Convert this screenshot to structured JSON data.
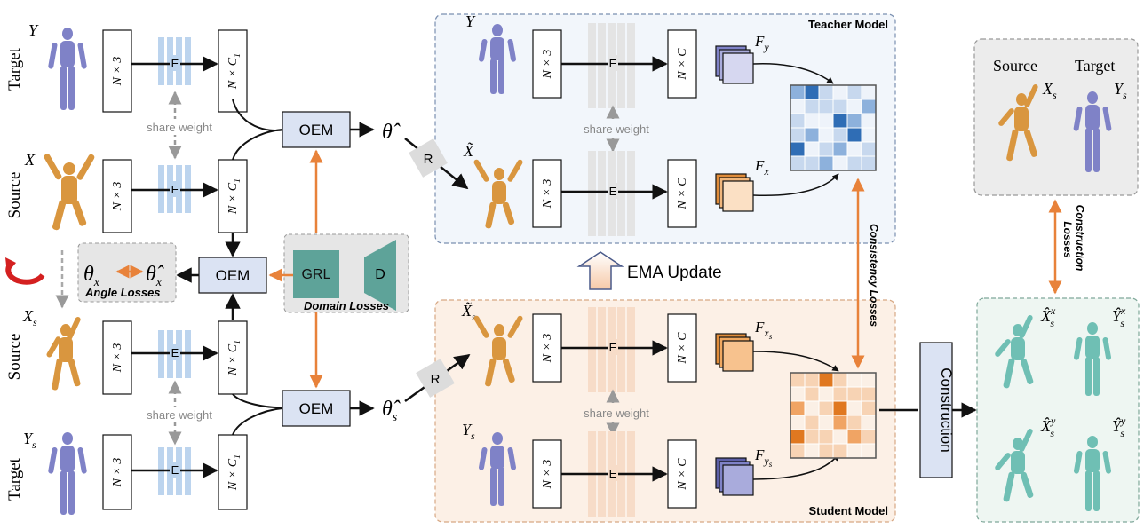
{
  "row_labels": {
    "target_top": "Target",
    "source_mid": "Source",
    "source_lower": "Source",
    "target_bottom": "Target"
  },
  "symbols": {
    "Y": "Y",
    "X": "X",
    "Xs": "X",
    "Xs_sub": "s",
    "Ys": "Y",
    "Ys_sub": "s"
  },
  "encoder": {
    "input_label": "N × 3",
    "letter": "E",
    "feature_label": "N × C",
    "feature_sub": "1",
    "share_weight": "share weight"
  },
  "oem": {
    "label": "OEM",
    "theta_hat": "θ̂",
    "theta_hat_s": "θ̂",
    "theta_hat_s_sub": "s",
    "theta_x": "θ",
    "theta_x_sub": "x",
    "theta_hat_x": "θ̂",
    "theta_hat_x_sub": "x",
    "angle_losses": "Angle Losses"
  },
  "domain": {
    "grl": "GRL",
    "d": "D",
    "domain_losses": "Domain Losses"
  },
  "rotation": {
    "label": "R"
  },
  "teacher": {
    "title": "Teacher Model",
    "y_label": "Y",
    "x_tilde": "X̃",
    "input_label": "N × 3",
    "letter": "E",
    "feature_label": "N × C",
    "share_weight": "share weight",
    "F": "F",
    "Fy_sub": "y",
    "Fx_sub": "x"
  },
  "student": {
    "title": "Student Model",
    "x_tilde": "X̃",
    "x_tilde_sub": "s",
    "ys": "Y",
    "ys_sub": "s",
    "input_label": "N × 3",
    "letter": "E",
    "feature_label": "N × C",
    "share_weight": "share weight",
    "F": "F",
    "Fxs_sub": "x",
    "Fxs_subsub": "s",
    "Fys_sub": "y",
    "Fys_subsub": "s"
  },
  "ema": {
    "label": "EMA Update"
  },
  "consistency": {
    "label": "Consistency Losses"
  },
  "construction": {
    "label": "Construction",
    "losses_line1": "Construction",
    "losses_line2": "Losses"
  },
  "reference_panel": {
    "source": "Source",
    "target": "Target",
    "Xs": "X",
    "Xs_sub": "s",
    "Ys": "Y",
    "Ys_sub": "s"
  },
  "output_panel": {
    "Xsx": "X̂",
    "Xsx_sub": "s",
    "Xsx_sup": "x",
    "Ysx": "Ŷ",
    "Ysx_sub": "s",
    "Ysx_sup": "x",
    "Xsy": "X̂",
    "Xsy_sub": "s",
    "Xsy_sup": "y",
    "Ysy": "Ŷ",
    "Ysy_sub": "s",
    "Ysy_sup": "y"
  },
  "colors": {
    "human_blue": "#7f82c7",
    "human_orange": "#d9963f",
    "human_teal": "#6fbfb4",
    "encoder_blue": "#bcd4ee",
    "oem_fill": "#dbe3f3",
    "grl_fill": "#5ea399",
    "orange_arrow": "#e8823a",
    "teacher_bg": "#f2f6fb",
    "student_bg": "#fcf0e6",
    "output_bg": "#eef6f2",
    "ref_bg": "#ececec",
    "gray_box": "#dcdcdc"
  },
  "icons": {
    "rotate": "rotate-arrow-icon",
    "ema": "up-arrow-icon"
  }
}
